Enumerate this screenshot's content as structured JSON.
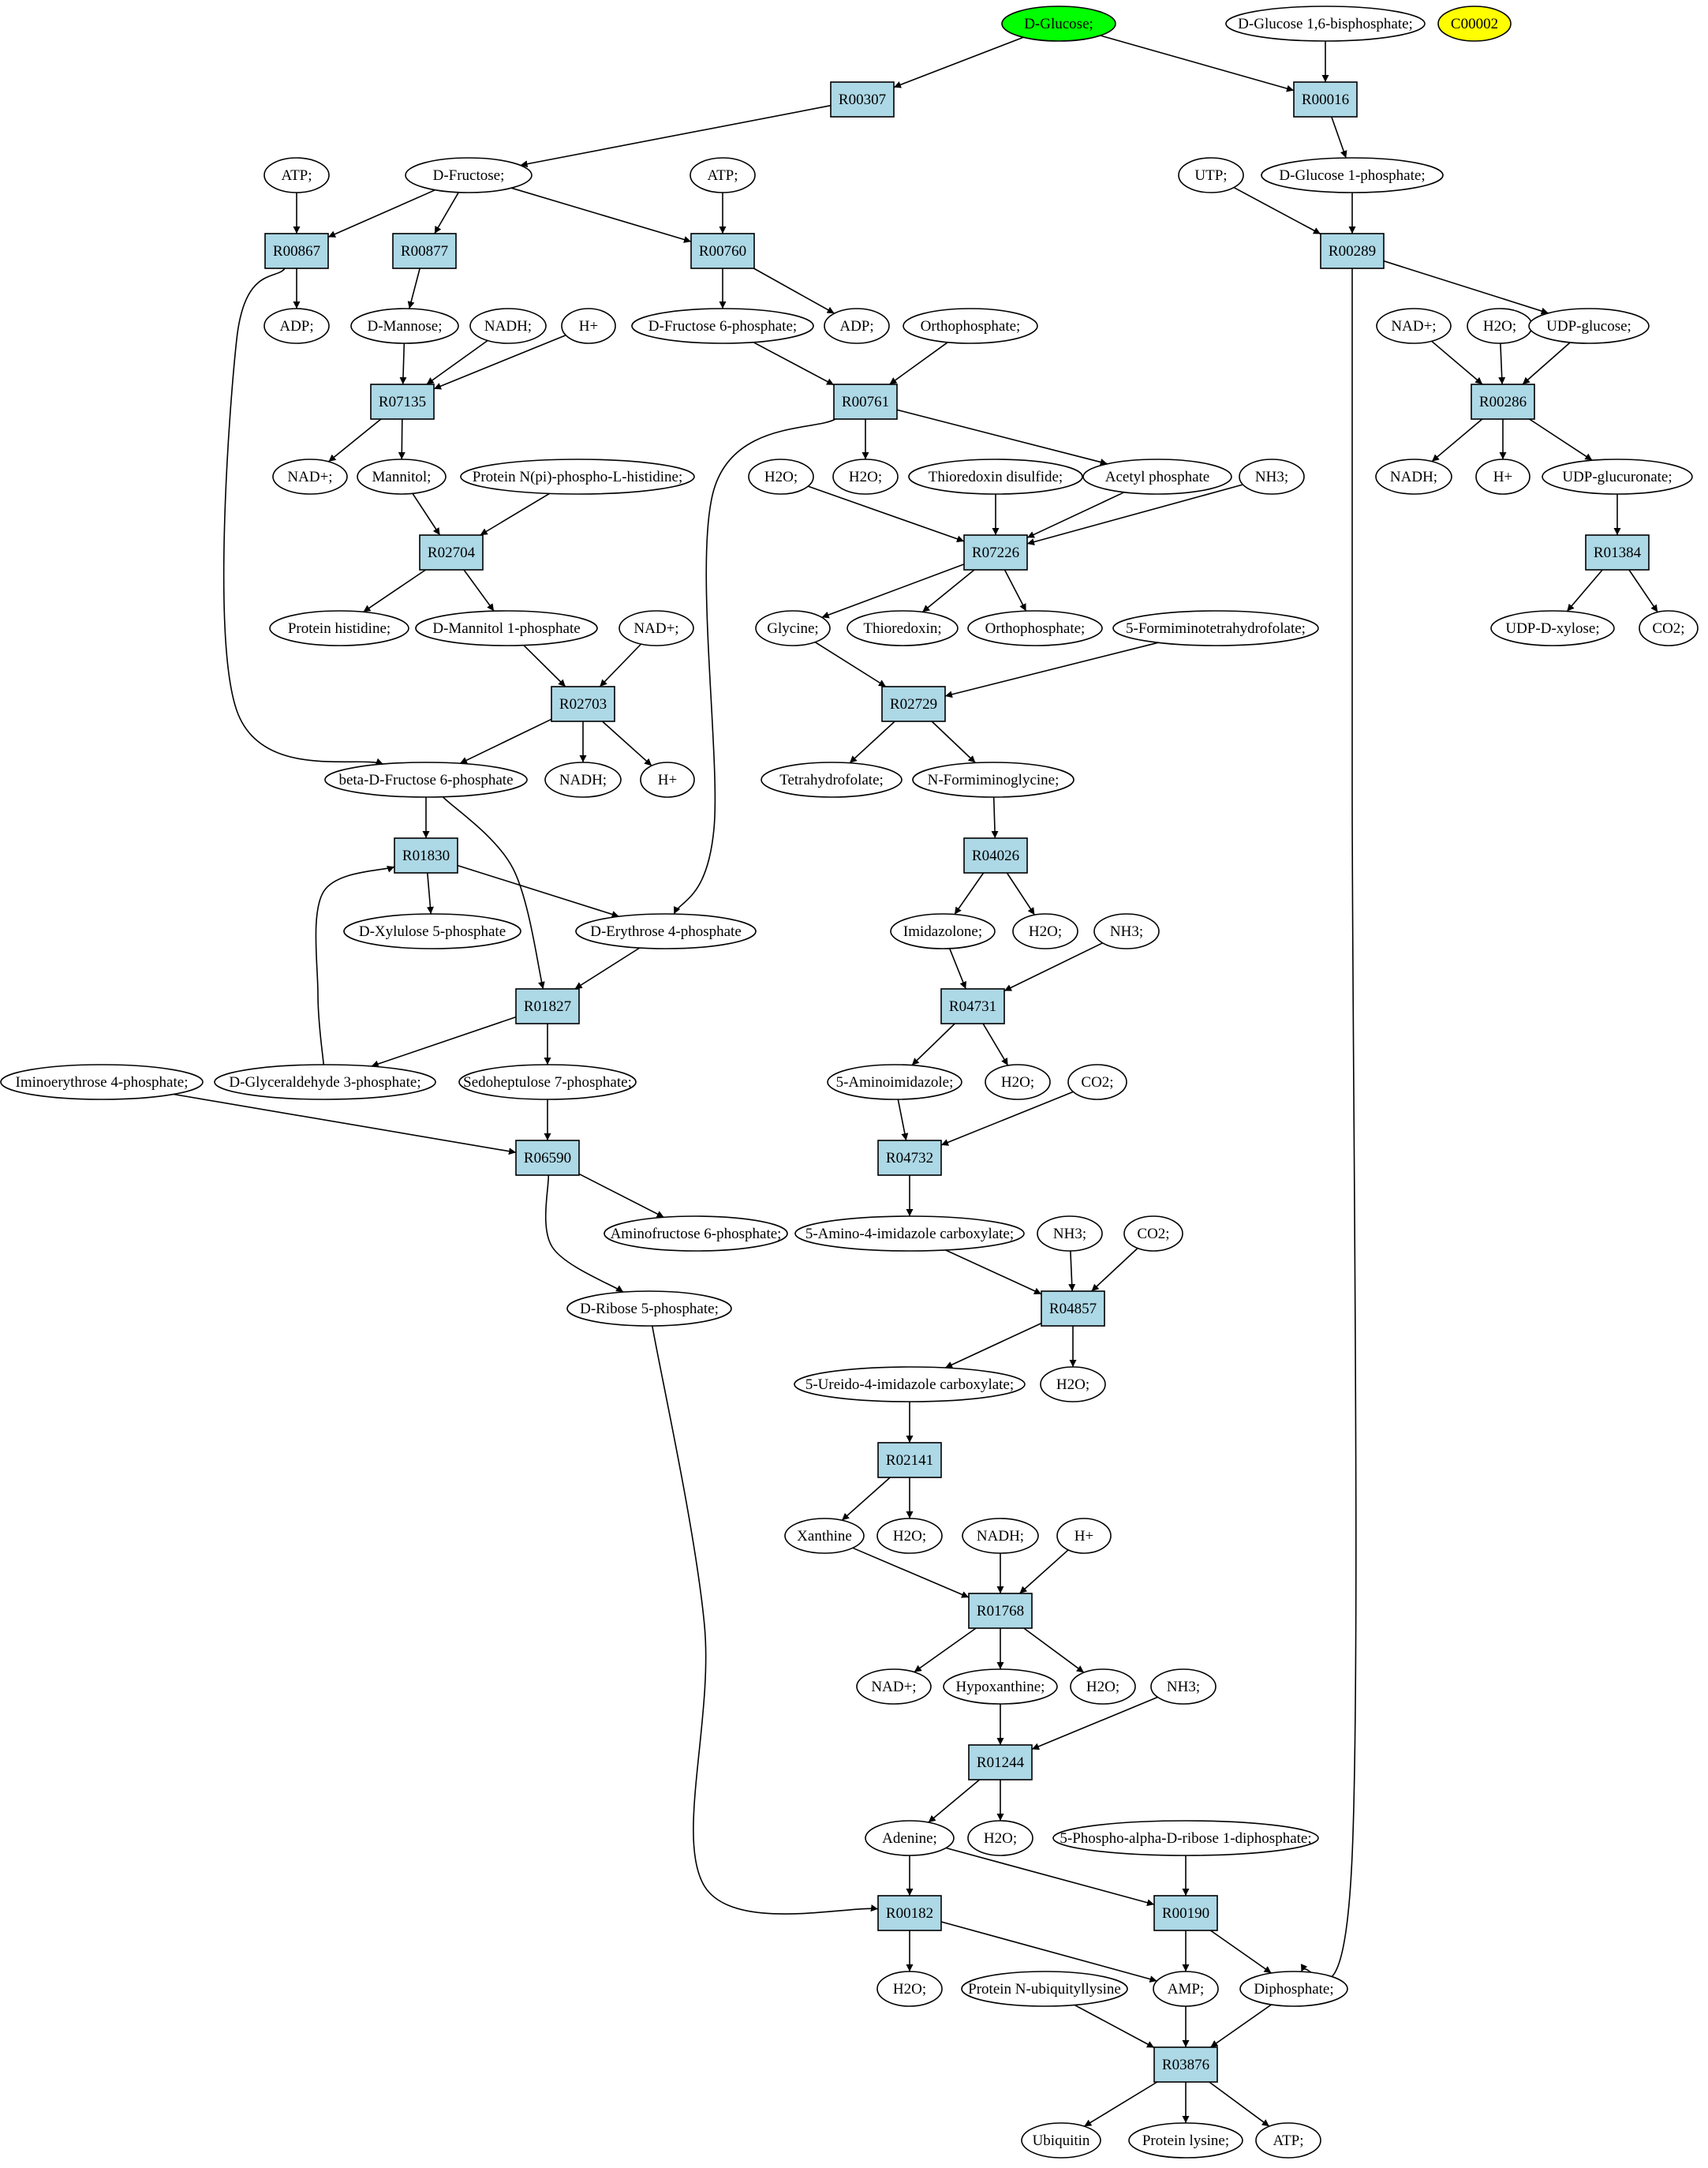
{
  "colors": {
    "reaction_fill": "#add8e6",
    "source_fill": "#00ff00",
    "highlight_fill": "#ffff00",
    "compound_fill": "#ffffff"
  },
  "nodes": [
    {
      "id": "m_glucose",
      "label": "D-Glucose;",
      "kind": "compound",
      "role": "source"
    },
    {
      "id": "m_g16bp",
      "label": "D-Glucose 1,6-bisphosphate;",
      "kind": "compound"
    },
    {
      "id": "m_c00002",
      "label": "C00002",
      "kind": "compound",
      "role": "highlight"
    },
    {
      "id": "r_R00307",
      "label": "R00307",
      "kind": "reaction"
    },
    {
      "id": "r_R00016",
      "label": "R00016",
      "kind": "reaction"
    },
    {
      "id": "m_atp1",
      "label": "ATP;",
      "kind": "compound"
    },
    {
      "id": "m_fructose",
      "label": "D-Fructose;",
      "kind": "compound"
    },
    {
      "id": "m_atp2",
      "label": "ATP;",
      "kind": "compound"
    },
    {
      "id": "m_utp",
      "label": "UTP;",
      "kind": "compound"
    },
    {
      "id": "m_g1p",
      "label": "D-Glucose 1-phosphate;",
      "kind": "compound"
    },
    {
      "id": "r_R00867",
      "label": "R00867",
      "kind": "reaction"
    },
    {
      "id": "r_R00877",
      "label": "R00877",
      "kind": "reaction"
    },
    {
      "id": "r_R00760",
      "label": "R00760",
      "kind": "reaction"
    },
    {
      "id": "r_R00289",
      "label": "R00289",
      "kind": "reaction"
    },
    {
      "id": "m_adp1",
      "label": "ADP;",
      "kind": "compound"
    },
    {
      "id": "m_mannose",
      "label": "D-Mannose;",
      "kind": "compound"
    },
    {
      "id": "m_nadh1",
      "label": "NADH;",
      "kind": "compound"
    },
    {
      "id": "m_hplus1",
      "label": "H+",
      "kind": "compound"
    },
    {
      "id": "m_f6p",
      "label": "D-Fructose 6-phosphate;",
      "kind": "compound"
    },
    {
      "id": "m_adp2",
      "label": "ADP;",
      "kind": "compound"
    },
    {
      "id": "m_orthop1",
      "label": "Orthophosphate;",
      "kind": "compound"
    },
    {
      "id": "m_nadplus1",
      "label": "NAD+;",
      "kind": "compound"
    },
    {
      "id": "m_h2o1",
      "label": "H2O;",
      "kind": "compound"
    },
    {
      "id": "m_udpglc",
      "label": "UDP-glucose;",
      "kind": "compound"
    },
    {
      "id": "r_R07135",
      "label": "R07135",
      "kind": "reaction"
    },
    {
      "id": "r_R00761",
      "label": "R00761",
      "kind": "reaction"
    },
    {
      "id": "r_R00286",
      "label": "R00286",
      "kind": "reaction"
    },
    {
      "id": "m_nadplus2",
      "label": "NAD+;",
      "kind": "compound"
    },
    {
      "id": "m_mannitol",
      "label": "Mannitol;",
      "kind": "compound"
    },
    {
      "id": "m_protpi",
      "label": "Protein N(pi)-phospho-L-histidine;",
      "kind": "compound"
    },
    {
      "id": "m_h2o2",
      "label": "H2O;",
      "kind": "compound"
    },
    {
      "id": "m_h2o3",
      "label": "H2O;",
      "kind": "compound"
    },
    {
      "id": "m_trxss",
      "label": "Thioredoxin disulfide;",
      "kind": "compound"
    },
    {
      "id": "m_acetylp",
      "label": "Acetyl phosphate",
      "kind": "compound"
    },
    {
      "id": "m_nh3_1",
      "label": "NH3;",
      "kind": "compound"
    },
    {
      "id": "m_nadh2",
      "label": "NADH;",
      "kind": "compound"
    },
    {
      "id": "m_hplus2",
      "label": "H+",
      "kind": "compound"
    },
    {
      "id": "m_udpgluc",
      "label": "UDP-glucuronate;",
      "kind": "compound"
    },
    {
      "id": "r_R02704",
      "label": "R02704",
      "kind": "reaction"
    },
    {
      "id": "r_R07226",
      "label": "R07226",
      "kind": "reaction"
    },
    {
      "id": "r_R01384",
      "label": "R01384",
      "kind": "reaction"
    },
    {
      "id": "m_prothis",
      "label": "Protein histidine;",
      "kind": "compound"
    },
    {
      "id": "m_m1p",
      "label": "D-Mannitol 1-phosphate",
      "kind": "compound"
    },
    {
      "id": "m_nadplus3",
      "label": "NAD+;",
      "kind": "compound"
    },
    {
      "id": "m_glycine",
      "label": "Glycine;",
      "kind": "compound"
    },
    {
      "id": "m_trx",
      "label": "Thioredoxin;",
      "kind": "compound"
    },
    {
      "id": "m_orthop2",
      "label": "Orthophosphate;",
      "kind": "compound"
    },
    {
      "id": "m_5fthf",
      "label": "5-Formiminotetrahydrofolate;",
      "kind": "compound"
    },
    {
      "id": "m_udpxyl",
      "label": "UDP-D-xylose;",
      "kind": "compound"
    },
    {
      "id": "m_co2_1",
      "label": "CO2;",
      "kind": "compound"
    },
    {
      "id": "r_R02703",
      "label": "R02703",
      "kind": "reaction"
    },
    {
      "id": "r_R02729",
      "label": "R02729",
      "kind": "reaction"
    },
    {
      "id": "m_bf6p",
      "label": "beta-D-Fructose 6-phosphate",
      "kind": "compound"
    },
    {
      "id": "m_nadh3",
      "label": "NADH;",
      "kind": "compound"
    },
    {
      "id": "m_hplus3",
      "label": "H+",
      "kind": "compound"
    },
    {
      "id": "m_thf",
      "label": "Tetrahydrofolate;",
      "kind": "compound"
    },
    {
      "id": "m_nfg",
      "label": "N-Formiminoglycine;",
      "kind": "compound"
    },
    {
      "id": "r_R01830",
      "label": "R01830",
      "kind": "reaction"
    },
    {
      "id": "r_R04026",
      "label": "R04026",
      "kind": "reaction"
    },
    {
      "id": "m_x5p",
      "label": "D-Xylulose 5-phosphate",
      "kind": "compound"
    },
    {
      "id": "m_e4p",
      "label": "D-Erythrose 4-phosphate",
      "kind": "compound"
    },
    {
      "id": "m_imidazolone",
      "label": "Imidazolone;",
      "kind": "compound"
    },
    {
      "id": "m_h2o4",
      "label": "H2O;",
      "kind": "compound"
    },
    {
      "id": "m_nh3_2",
      "label": "NH3;",
      "kind": "compound"
    },
    {
      "id": "r_R01827",
      "label": "R01827",
      "kind": "reaction"
    },
    {
      "id": "r_R04731",
      "label": "R04731",
      "kind": "reaction"
    },
    {
      "id": "m_iminoe4p",
      "label": "Iminoerythrose 4-phosphate;",
      "kind": "compound"
    },
    {
      "id": "m_g3p",
      "label": "D-Glyceraldehyde 3-phosphate;",
      "kind": "compound"
    },
    {
      "id": "m_s7p",
      "label": "Sedoheptulose 7-phosphate;",
      "kind": "compound"
    },
    {
      "id": "m_5ai",
      "label": "5-Aminoimidazole;",
      "kind": "compound"
    },
    {
      "id": "m_h2o5",
      "label": "H2O;",
      "kind": "compound"
    },
    {
      "id": "m_co2_2",
      "label": "CO2;",
      "kind": "compound"
    },
    {
      "id": "r_R06590",
      "label": "R06590",
      "kind": "reaction"
    },
    {
      "id": "r_R04732",
      "label": "R04732",
      "kind": "reaction"
    },
    {
      "id": "m_aminof6p",
      "label": "Aminofructose 6-phosphate;",
      "kind": "compound"
    },
    {
      "id": "m_5a4ic",
      "label": "5-Amino-4-imidazole carboxylate;",
      "kind": "compound"
    },
    {
      "id": "m_nh3_3",
      "label": "NH3;",
      "kind": "compound"
    },
    {
      "id": "m_co2_3",
      "label": "CO2;",
      "kind": "compound"
    },
    {
      "id": "m_r5p",
      "label": "D-Ribose 5-phosphate;",
      "kind": "compound"
    },
    {
      "id": "r_R04857",
      "label": "R04857",
      "kind": "reaction"
    },
    {
      "id": "m_5u4ic",
      "label": "5-Ureido-4-imidazole carboxylate;",
      "kind": "compound"
    },
    {
      "id": "m_h2o6",
      "label": "H2O;",
      "kind": "compound"
    },
    {
      "id": "r_R02141",
      "label": "R02141",
      "kind": "reaction"
    },
    {
      "id": "m_xanthine",
      "label": "Xanthine",
      "kind": "compound"
    },
    {
      "id": "m_h2o7",
      "label": "H2O;",
      "kind": "compound"
    },
    {
      "id": "m_nadh4",
      "label": "NADH;",
      "kind": "compound"
    },
    {
      "id": "m_hplus4",
      "label": "H+",
      "kind": "compound"
    },
    {
      "id": "r_R01768",
      "label": "R01768",
      "kind": "reaction"
    },
    {
      "id": "m_nadplus4",
      "label": "NAD+;",
      "kind": "compound"
    },
    {
      "id": "m_hypox",
      "label": "Hypoxanthine;",
      "kind": "compound"
    },
    {
      "id": "m_h2o8",
      "label": "H2O;",
      "kind": "compound"
    },
    {
      "id": "m_nh3_4",
      "label": "NH3;",
      "kind": "compound"
    },
    {
      "id": "r_R01244",
      "label": "R01244",
      "kind": "reaction"
    },
    {
      "id": "m_adenine",
      "label": "Adenine;",
      "kind": "compound"
    },
    {
      "id": "m_h2o9",
      "label": "H2O;",
      "kind": "compound"
    },
    {
      "id": "m_prpp",
      "label": "5-Phospho-alpha-D-ribose 1-diphosphate;",
      "kind": "compound"
    },
    {
      "id": "r_R00182",
      "label": "R00182",
      "kind": "reaction"
    },
    {
      "id": "r_R00190",
      "label": "R00190",
      "kind": "reaction"
    },
    {
      "id": "m_h2o10",
      "label": "H2O;",
      "kind": "compound"
    },
    {
      "id": "m_protubq",
      "label": "Protein N-ubiquityllysine",
      "kind": "compound"
    },
    {
      "id": "m_amp",
      "label": "AMP;",
      "kind": "compound"
    },
    {
      "id": "m_diphos",
      "label": "Diphosphate;",
      "kind": "compound"
    },
    {
      "id": "r_R03876",
      "label": "R03876",
      "kind": "reaction"
    },
    {
      "id": "m_ubiquitin",
      "label": "Ubiquitin",
      "kind": "compound"
    },
    {
      "id": "m_protlys",
      "label": "Protein lysine;",
      "kind": "compound"
    },
    {
      "id": "m_atp3",
      "label": "ATP;",
      "kind": "compound"
    }
  ],
  "edges": [
    [
      "m_glucose",
      "r_R00307"
    ],
    [
      "m_glucose",
      "r_R00016"
    ],
    [
      "m_g16bp",
      "r_R00016"
    ],
    [
      "r_R00307",
      "m_fructose"
    ],
    [
      "r_R00016",
      "m_g1p"
    ],
    [
      "m_atp1",
      "r_R00867"
    ],
    [
      "m_fructose",
      "r_R00867"
    ],
    [
      "m_fructose",
      "r_R00877"
    ],
    [
      "m_fructose",
      "r_R00760"
    ],
    [
      "m_atp2",
      "r_R00760"
    ],
    [
      "m_utp",
      "r_R00289"
    ],
    [
      "m_g1p",
      "r_R00289"
    ],
    [
      "r_R00867",
      "m_adp1"
    ],
    [
      "r_R00867",
      "m_bf6p"
    ],
    [
      "r_R00877",
      "m_mannose"
    ],
    [
      "r_R00760",
      "m_f6p"
    ],
    [
      "r_R00760",
      "m_adp2"
    ],
    [
      "r_R00289",
      "m_udpglc"
    ],
    [
      "r_R00289",
      "m_diphos"
    ],
    [
      "m_mannose",
      "r_R07135"
    ],
    [
      "m_nadh1",
      "r_R07135"
    ],
    [
      "m_hplus1",
      "r_R07135"
    ],
    [
      "m_f6p",
      "r_R00761"
    ],
    [
      "m_orthop1",
      "r_R00761"
    ],
    [
      "m_nadplus1",
      "r_R00286"
    ],
    [
      "m_h2o1",
      "r_R00286"
    ],
    [
      "m_udpglc",
      "r_R00286"
    ],
    [
      "r_R07135",
      "m_nadplus2"
    ],
    [
      "r_R07135",
      "m_mannitol"
    ],
    [
      "r_R00761",
      "m_h2o3"
    ],
    [
      "r_R00761",
      "m_acetylp"
    ],
    [
      "r_R00761",
      "m_e4p"
    ],
    [
      "r_R00286",
      "m_nadh2"
    ],
    [
      "r_R00286",
      "m_hplus2"
    ],
    [
      "r_R00286",
      "m_udpgluc"
    ],
    [
      "m_mannitol",
      "r_R02704"
    ],
    [
      "m_protpi",
      "r_R02704"
    ],
    [
      "m_h2o2",
      "r_R07226"
    ],
    [
      "m_trxss",
      "r_R07226"
    ],
    [
      "m_acetylp",
      "r_R07226"
    ],
    [
      "m_nh3_1",
      "r_R07226"
    ],
    [
      "m_udpgluc",
      "r_R01384"
    ],
    [
      "r_R02704",
      "m_prothis"
    ],
    [
      "r_R02704",
      "m_m1p"
    ],
    [
      "r_R07226",
      "m_glycine"
    ],
    [
      "r_R07226",
      "m_trx"
    ],
    [
      "r_R07226",
      "m_orthop2"
    ],
    [
      "r_R01384",
      "m_udpxyl"
    ],
    [
      "r_R01384",
      "m_co2_1"
    ],
    [
      "m_m1p",
      "r_R02703"
    ],
    [
      "m_nadplus3",
      "r_R02703"
    ],
    [
      "m_glycine",
      "r_R02729"
    ],
    [
      "m_5fthf",
      "r_R02729"
    ],
    [
      "r_R02703",
      "m_bf6p"
    ],
    [
      "r_R02703",
      "m_nadh3"
    ],
    [
      "r_R02703",
      "m_hplus3"
    ],
    [
      "r_R02729",
      "m_thf"
    ],
    [
      "r_R02729",
      "m_nfg"
    ],
    [
      "m_bf6p",
      "r_R01830"
    ],
    [
      "m_bf6p",
      "r_R01827"
    ],
    [
      "m_nfg",
      "r_R04026"
    ],
    [
      "r_R01830",
      "m_x5p"
    ],
    [
      "r_R01830",
      "m_e4p"
    ],
    [
      "r_R04026",
      "m_imidazolone"
    ],
    [
      "r_R04026",
      "m_h2o4"
    ],
    [
      "m_e4p",
      "r_R01827"
    ],
    [
      "m_imidazolone",
      "r_R04731"
    ],
    [
      "m_nh3_2",
      "r_R04731"
    ],
    [
      "r_R01827",
      "m_g3p"
    ],
    [
      "r_R01827",
      "m_s7p"
    ],
    [
      "m_g3p",
      "r_R01830"
    ],
    [
      "r_R04731",
      "m_5ai"
    ],
    [
      "r_R04731",
      "m_h2o5"
    ],
    [
      "m_iminoe4p",
      "r_R06590"
    ],
    [
      "m_s7p",
      "r_R06590"
    ],
    [
      "m_5ai",
      "r_R04732"
    ],
    [
      "m_co2_2",
      "r_R04732"
    ],
    [
      "r_R06590",
      "m_aminof6p"
    ],
    [
      "r_R06590",
      "m_r5p"
    ],
    [
      "r_R04732",
      "m_5a4ic"
    ],
    [
      "m_5a4ic",
      "r_R04857"
    ],
    [
      "m_nh3_3",
      "r_R04857"
    ],
    [
      "m_co2_3",
      "r_R04857"
    ],
    [
      "r_R04857",
      "m_5u4ic"
    ],
    [
      "r_R04857",
      "m_h2o6"
    ],
    [
      "m_5u4ic",
      "r_R02141"
    ],
    [
      "r_R02141",
      "m_xanthine"
    ],
    [
      "r_R02141",
      "m_h2o7"
    ],
    [
      "m_xanthine",
      "r_R01768"
    ],
    [
      "m_nadh4",
      "r_R01768"
    ],
    [
      "m_hplus4",
      "r_R01768"
    ],
    [
      "r_R01768",
      "m_nadplus4"
    ],
    [
      "r_R01768",
      "m_hypox"
    ],
    [
      "r_R01768",
      "m_h2o8"
    ],
    [
      "m_hypox",
      "r_R01244"
    ],
    [
      "m_nh3_4",
      "r_R01244"
    ],
    [
      "r_R01244",
      "m_adenine"
    ],
    [
      "r_R01244",
      "m_h2o9"
    ],
    [
      "m_adenine",
      "r_R00182"
    ],
    [
      "m_r5p",
      "r_R00182"
    ],
    [
      "m_adenine",
      "r_R00190"
    ],
    [
      "m_prpp",
      "r_R00190"
    ],
    [
      "r_R00182",
      "m_h2o10"
    ],
    [
      "r_R00182",
      "m_amp"
    ],
    [
      "r_R00190",
      "m_amp"
    ],
    [
      "r_R00190",
      "m_diphos"
    ],
    [
      "m_protubq",
      "r_R03876"
    ],
    [
      "m_amp",
      "r_R03876"
    ],
    [
      "m_diphos",
      "r_R03876"
    ],
    [
      "r_R03876",
      "m_ubiquitin"
    ],
    [
      "r_R03876",
      "m_protlys"
    ],
    [
      "r_R03876",
      "m_atp3"
    ]
  ]
}
